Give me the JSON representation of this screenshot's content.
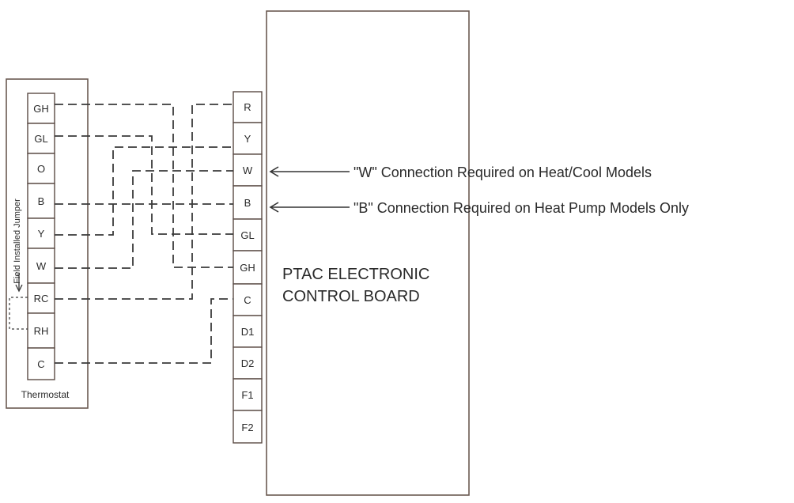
{
  "thermostat": {
    "caption": "Thermostat",
    "jumper_label": "Field Installed Jumper",
    "terminals": [
      "GH",
      "GL",
      "O",
      "B",
      "Y",
      "W",
      "RC",
      "RH",
      "C"
    ]
  },
  "board": {
    "title_line1": "PTAC ELECTRONIC",
    "title_line2": "CONTROL BOARD",
    "terminals": [
      "R",
      "Y",
      "W",
      "B",
      "GL",
      "GH",
      "C",
      "D1",
      "D2",
      "F1",
      "F2"
    ]
  },
  "notes": {
    "w_connection": "\"W\" Connection Required on Heat/Cool Models",
    "b_connection": "\"B\" Connection Required on Heat Pump Models Only"
  },
  "wiring": [
    {
      "from": "GH",
      "to": "GH"
    },
    {
      "from": "GL",
      "to": "GL"
    },
    {
      "from": "B",
      "to": "B"
    },
    {
      "from": "Y",
      "to": "Y"
    },
    {
      "from": "W",
      "to": "W"
    },
    {
      "from": "RC",
      "to": "R"
    },
    {
      "from": "C",
      "to": "C"
    }
  ]
}
